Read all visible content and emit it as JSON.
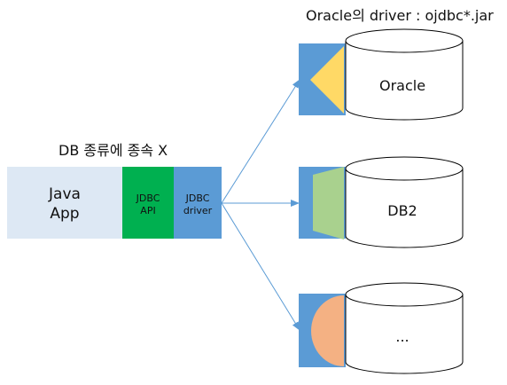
{
  "title_oracle_driver": "Oracle의 driver : ojdbc*.jar",
  "db_independent_note": "DB 종류에 종속 X",
  "java_app": {
    "line1": "Java",
    "line2": "App"
  },
  "jdbc_api": {
    "line1": "JDBC",
    "line2": "API"
  },
  "jdbc_driver": {
    "line1": "JDBC",
    "line2": "driver"
  },
  "databases": [
    {
      "label": "Oracle",
      "driver_shape_color": "#ffd966"
    },
    {
      "label": "DB2",
      "driver_shape_color": "#a9d18e"
    },
    {
      "label": "...",
      "driver_shape_color": "#f4b183"
    }
  ],
  "colors": {
    "java_app_bg": "#dde8f4",
    "jdbc_api_bg": "#00b050",
    "jdbc_driver_bg": "#5b9bd5",
    "arrow": "#5b9bd5"
  }
}
